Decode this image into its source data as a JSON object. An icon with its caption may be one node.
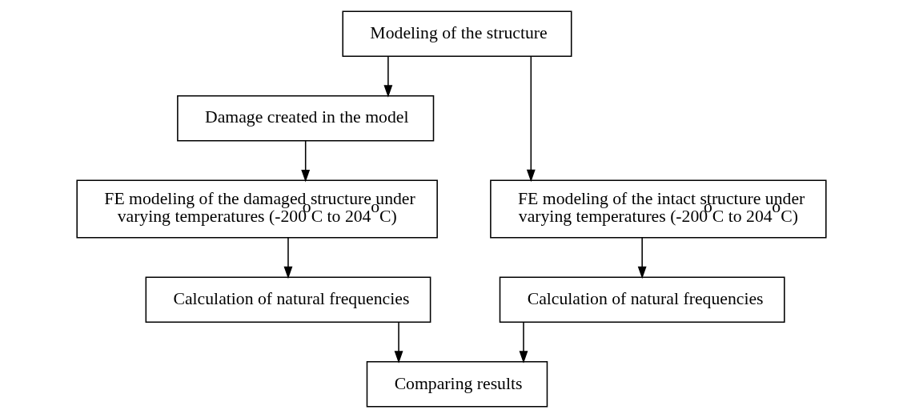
{
  "diagram": {
    "nodes": [
      {
        "text": [
          "Modeling of the structure"
        ]
      },
      {
        "text": [
          "Damage created in the model"
        ]
      },
      {
        "text": [
          "FE modeling of the damaged structure under varying temperatures (-200$^{o}$C to 204$^{o}$C)"
        ]
      },
      {
        "text": [
          "FE modeling of the intact structure under varying temperatures (-200$^{o}$C to 204$^{o}$C)"
        ]
      },
      {
        "text": [
          "Calculation of natural frequencies"
        ]
      },
      {
        "text": [
          "Calculation of natural frequencies"
        ]
      },
      {
        "text": [
          "Comparing results"
        ]
      }
    ],
    "edges": [
      {
        "from": 0,
        "to": 1,
        "arrow": "to"
      },
      {
        "from": 0,
        "to": 3,
        "arrow": "to"
      },
      {
        "from": 1,
        "to": 2,
        "arrow": "to"
      },
      {
        "from": 2,
        "to": 4,
        "arrow": "to"
      },
      {
        "from": 3,
        "to": 5,
        "arrow": "to"
      },
      {
        "from": 4,
        "to": 6,
        "arrow": "to"
      },
      {
        "from": 5,
        "to": 6,
        "arrow": "to"
      }
    ]
  }
}
